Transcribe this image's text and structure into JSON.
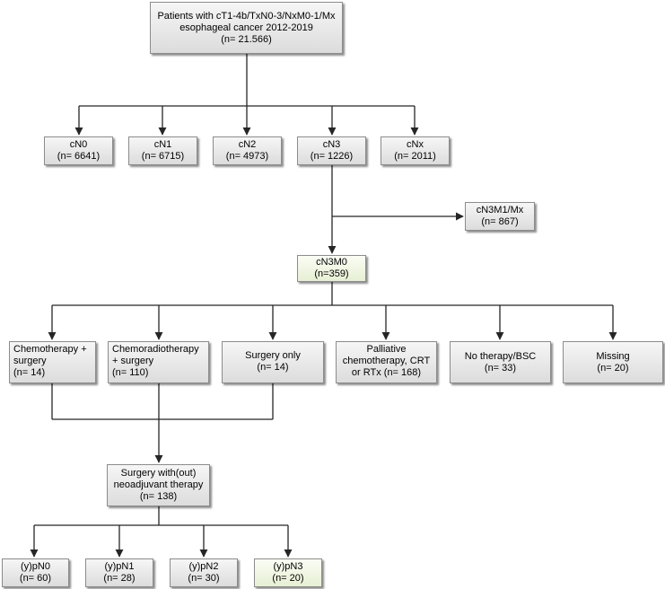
{
  "nodes": {
    "root": {
      "lines": [
        "Patients with cT1-4b/TxN0-3/NxM0-1/Mx",
        "esophageal cancer 2012-2019",
        "(n= 21.566)"
      ]
    },
    "cn0": {
      "lines": [
        "cN0",
        "(n= 6641)"
      ]
    },
    "cn1": {
      "lines": [
        "cN1",
        "(n= 6715)"
      ]
    },
    "cn2": {
      "lines": [
        "cN2",
        "(n= 4973)"
      ]
    },
    "cn3": {
      "lines": [
        "cN3",
        "(n= 1226)"
      ]
    },
    "cnx": {
      "lines": [
        "cNx",
        "(n= 2011)"
      ]
    },
    "cn3m1": {
      "lines": [
        "cN3M1/Mx",
        "(n= 867)"
      ]
    },
    "cn3m0": {
      "lines": [
        "cN3M0",
        "(n=359)"
      ]
    },
    "chemo_surgery": {
      "lines": [
        "Chemotherapy +",
        "surgery",
        "(n= 14)"
      ]
    },
    "chemorad_surgery": {
      "lines": [
        "Chemoradiotherapy",
        "+ surgery",
        "(n= 110)"
      ]
    },
    "surgery_only": {
      "lines": [
        "Surgery only",
        "(n= 14)"
      ]
    },
    "palliative": {
      "lines": [
        "Palliative",
        "chemotherapy, CRT",
        "or RTx (n= 168)"
      ]
    },
    "no_therapy": {
      "lines": [
        "No therapy/BSC",
        "(n= 33)"
      ]
    },
    "missing": {
      "lines": [
        "Missing",
        "(n= 20)"
      ]
    },
    "surgery_neo": {
      "lines": [
        "Surgery with(out)",
        "neoadjuvant therapy",
        "(n= 138)"
      ]
    },
    "ypn0": {
      "lines": [
        "(y)pN0",
        "(n= 60)"
      ]
    },
    "ypn1": {
      "lines": [
        "(y)pN1",
        "(n= 28)"
      ]
    },
    "ypn2": {
      "lines": [
        "(y)pN2",
        "(n= 30)"
      ]
    },
    "ypn3": {
      "lines": [
        "(y)pN3",
        "(n= 20)"
      ]
    }
  },
  "colors": {
    "box_fill": "#dcdcdc",
    "highlight_fill": "#e6efd3",
    "border": "#8c8c8c",
    "connector": "#262626"
  }
}
